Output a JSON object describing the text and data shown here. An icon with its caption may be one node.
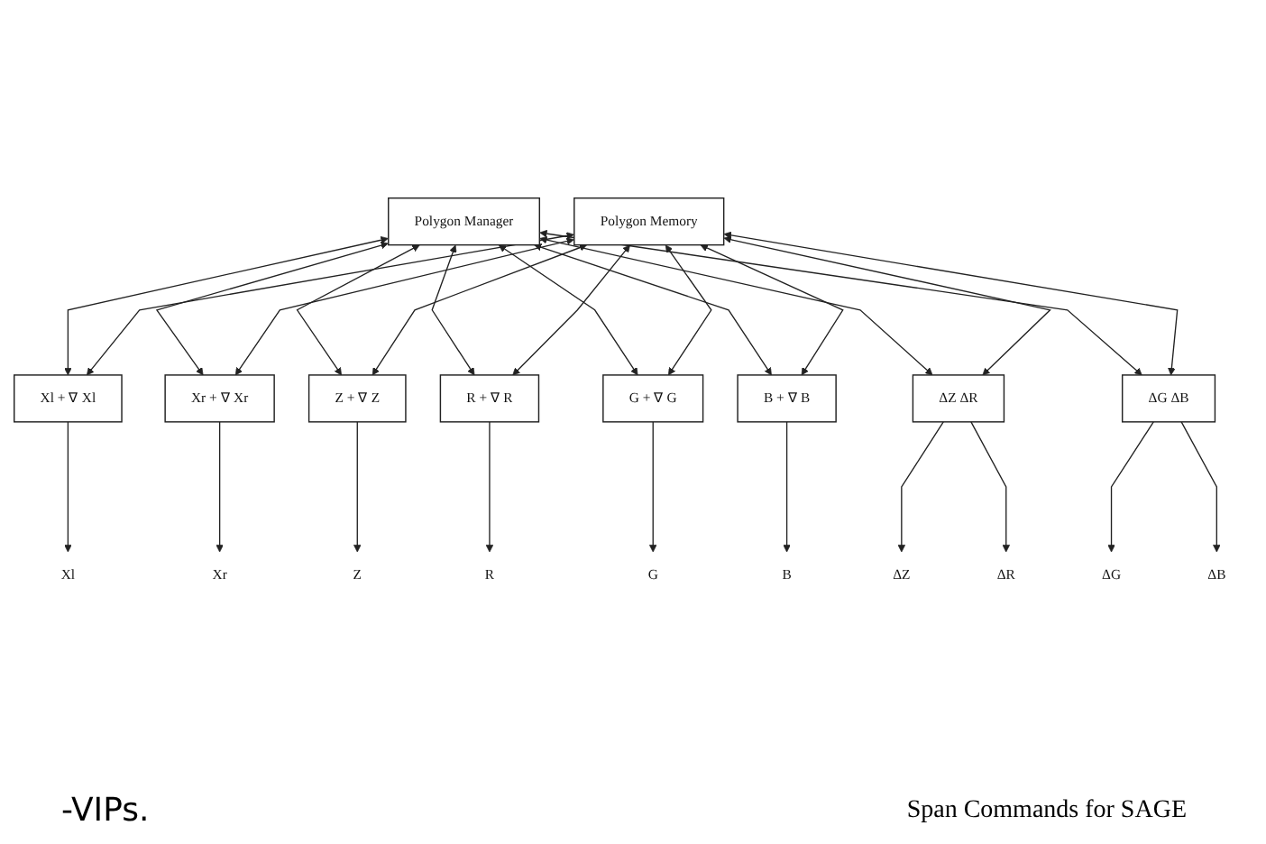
{
  "diagram": {
    "caption": "Span Commands for SAGE",
    "nodes": [
      {
        "text": [
          "Polygon Manager"
        ]
      },
      {
        "text": [
          "Polygon Memory"
        ]
      },
      {
        "text": [
          "Xl + ∇ Xl"
        ]
      },
      {
        "text": [
          "Xr + ∇ Xr"
        ]
      },
      {
        "text": [
          "Z + ∇ Z"
        ]
      },
      {
        "text": [
          "R + ∇ R"
        ]
      },
      {
        "text": [
          "G + ∇ G"
        ]
      },
      {
        "text": [
          "B + ∇ B"
        ]
      },
      {
        "text": [
          "ΔZ ΔR"
        ]
      },
      {
        "text": [
          "ΔG ΔB"
        ]
      },
      {
        "text": [
          "Xl"
        ]
      },
      {
        "text": [
          "Xr"
        ]
      },
      {
        "text": [
          "Z"
        ]
      },
      {
        "text": [
          "R"
        ]
      },
      {
        "text": [
          "G"
        ]
      },
      {
        "text": [
          "B"
        ]
      },
      {
        "text": [
          "ΔZ"
        ]
      },
      {
        "text": [
          "ΔR"
        ]
      },
      {
        "text": [
          "ΔG"
        ]
      },
      {
        "text": [
          "ΔB"
        ]
      }
    ],
    "edges": [
      {
        "from": 0,
        "to": 2,
        "arrow": "both"
      },
      {
        "from": 0,
        "to": 3,
        "arrow": "both"
      },
      {
        "from": 0,
        "to": 4,
        "arrow": "both"
      },
      {
        "from": 0,
        "to": 5,
        "arrow": "both"
      },
      {
        "from": 0,
        "to": 6,
        "arrow": "both"
      },
      {
        "from": 0,
        "to": 7,
        "arrow": "both"
      },
      {
        "from": 0,
        "to": 8,
        "arrow": "both"
      },
      {
        "from": 0,
        "to": 9,
        "arrow": "both"
      },
      {
        "from": 1,
        "to": 2,
        "arrow": "both"
      },
      {
        "from": 1,
        "to": 3,
        "arrow": "both"
      },
      {
        "from": 1,
        "to": 4,
        "arrow": "both"
      },
      {
        "from": 1,
        "to": 5,
        "arrow": "both"
      },
      {
        "from": 1,
        "to": 6,
        "arrow": "both"
      },
      {
        "from": 1,
        "to": 7,
        "arrow": "both"
      },
      {
        "from": 1,
        "to": 8,
        "arrow": "both"
      },
      {
        "from": 1,
        "to": 9,
        "arrow": "both"
      },
      {
        "from": 2,
        "to": 10,
        "arrow": "to"
      },
      {
        "from": 3,
        "to": 11,
        "arrow": "to"
      },
      {
        "from": 4,
        "to": 12,
        "arrow": "to"
      },
      {
        "from": 5,
        "to": 13,
        "arrow": "to"
      },
      {
        "from": 6,
        "to": 14,
        "arrow": "to"
      },
      {
        "from": 7,
        "to": 15,
        "arrow": "to"
      },
      {
        "from": 8,
        "to": 16,
        "arrow": "to"
      },
      {
        "from": 8,
        "to": 17,
        "arrow": "to"
      },
      {
        "from": 9,
        "to": 18,
        "arrow": "to"
      },
      {
        "from": 9,
        "to": 19,
        "arrow": "to"
      }
    ],
    "labels": [
      "-VIPs."
    ]
  }
}
